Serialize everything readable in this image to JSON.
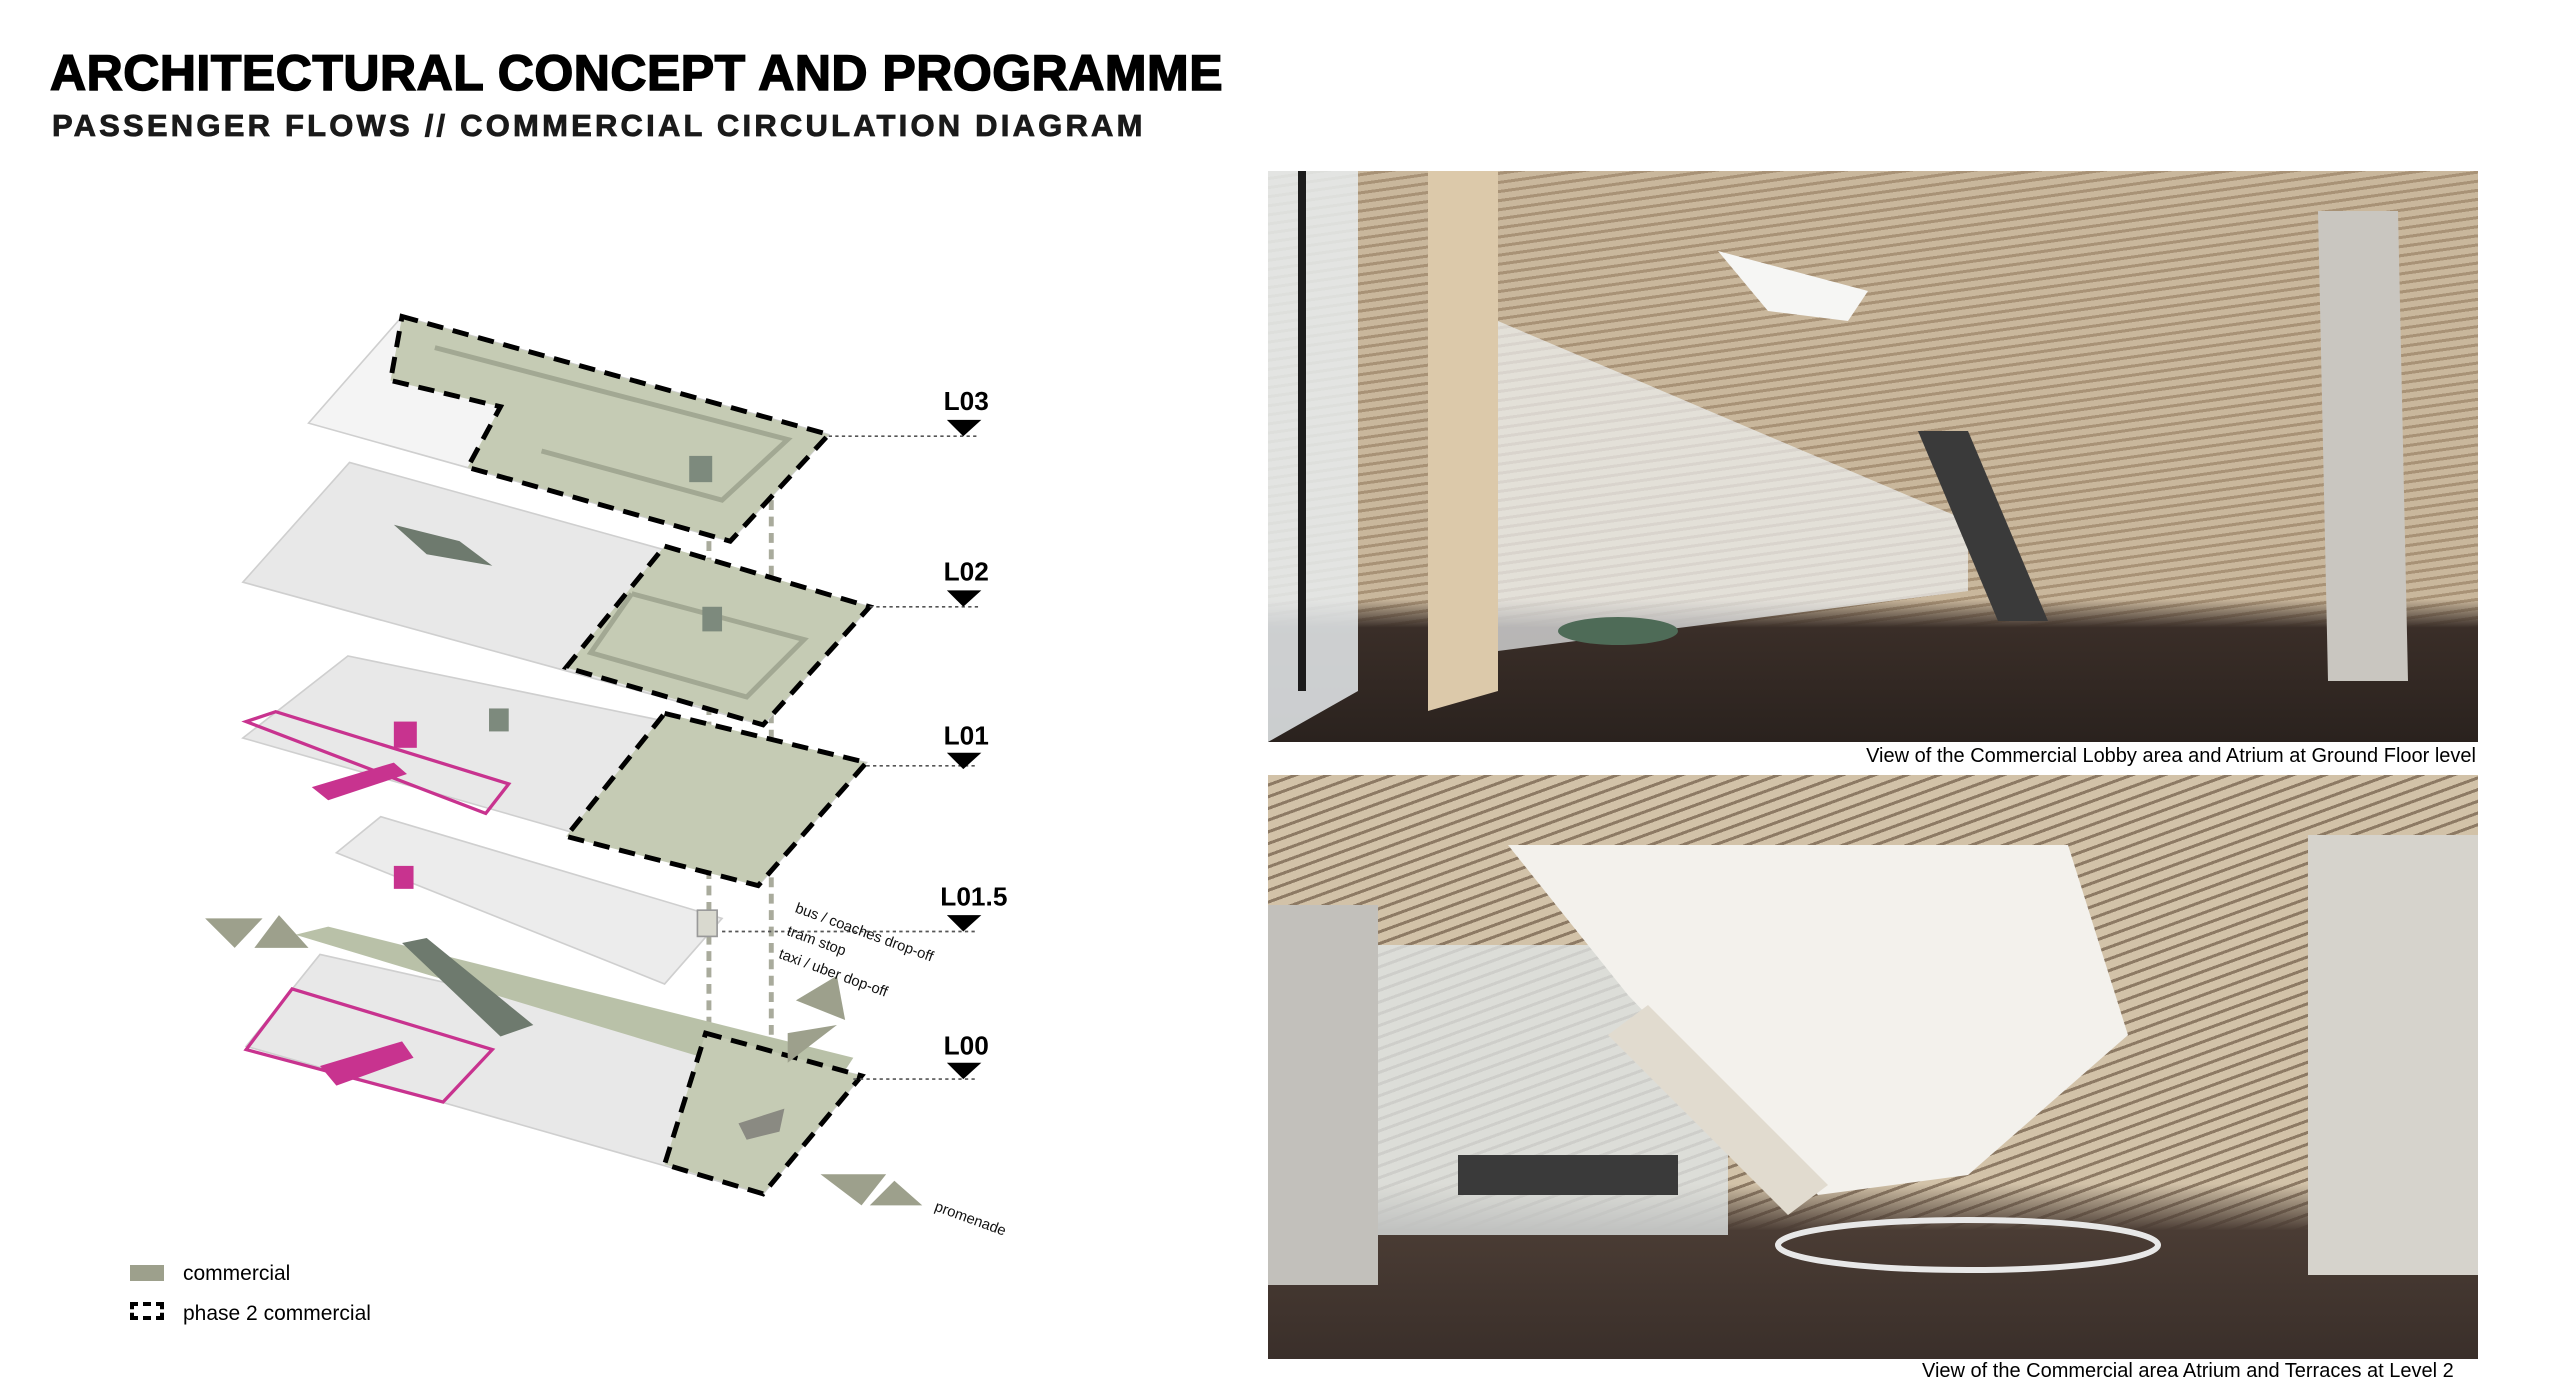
{
  "header": {
    "title": "ARCHITECTURAL CONCEPT AND PROGRAMME",
    "subtitle": "PASSENGER FLOWS // COMMERCIAL CIRCULATION DIAGRAM"
  },
  "diagram": {
    "levels": [
      "L03",
      "L02",
      "L01",
      "L01.5",
      "L00"
    ],
    "annotations": {
      "bus": "bus / coaches drop-off",
      "tram": "tram stop",
      "taxi": "taxi / uber dop-off",
      "promenade": "promenade"
    },
    "colors": {
      "commercial": "#b9c1a8",
      "pink": "#c8338f",
      "plate": "#e6e6e6"
    }
  },
  "legend": {
    "commercial": "commercial",
    "phase2": "phase 2 commercial"
  },
  "photos": {
    "top_caption": "View of the Commercial Lobby area and Atrium at Ground Floor level",
    "bottom_caption": "View of the Commercial area Atrium and Terraces at Level 2"
  }
}
